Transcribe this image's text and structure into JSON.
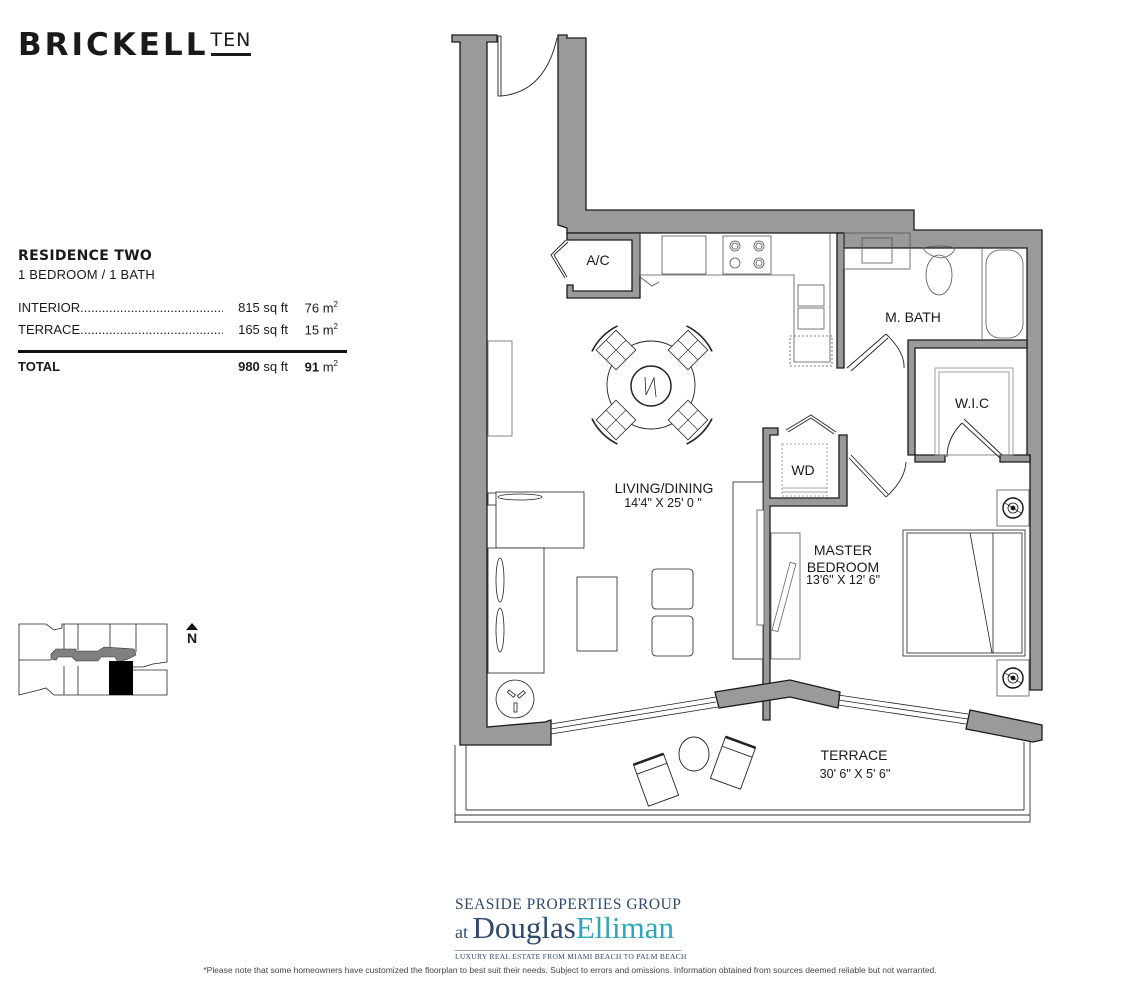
{
  "logo": {
    "main": "BRICKELL",
    "sub": "TEN"
  },
  "residence": {
    "title": "RESIDENCE TWO",
    "subtitle": "1 BEDROOM / 1 BATH",
    "rows": [
      {
        "label": "INTERIOR",
        "dots": "..........................................",
        "sqft": "815",
        "sqft_unit": "sq ft",
        "m2": "76",
        "m2_unit": "m"
      },
      {
        "label": "TERRACE",
        "dots": "..........................................",
        "sqft": "165",
        "sqft_unit": "sq ft",
        "m2": "15",
        "m2_unit": "m"
      }
    ],
    "total": {
      "label": "TOTAL",
      "sqft": "980",
      "sqft_unit": "sq ft",
      "m2": "91",
      "m2_unit": "m",
      "sup": "2"
    }
  },
  "keyplan": {
    "north_label": "N"
  },
  "rooms": {
    "ac": {
      "label": "A/C"
    },
    "mbath": {
      "label": "M. BATH"
    },
    "wic": {
      "label": "W.I.C"
    },
    "wd": {
      "label": "WD"
    },
    "living": {
      "label": "LIVING/DINING",
      "dim": "14'4\" X 25' 0 \""
    },
    "master": {
      "label1": "MASTER",
      "label2": "BEDROOM",
      "dim": "13'6\" X 12' 6\""
    },
    "terrace": {
      "label": "TERRACE",
      "dim": "30' 6\" X 5' 6\""
    }
  },
  "colors": {
    "wall": "#9a9a9a",
    "outline": "#1a1a1a",
    "brand_navy": "#2f4a6d",
    "brand_teal": "#2aa7b8"
  },
  "brand": {
    "top": "SEASIDE PROPERTIES GROUP",
    "at": "at ",
    "douglas": "Douglas",
    "elliman": "Elliman",
    "tagline": "LUXURY REAL ESTATE FROM MIAMI BEACH TO PALM BEACH"
  },
  "disclaimer": "*Please note that some homeowners have customized the floorplan to best suit their needs. Subject to errors and omissions. Information obtained from sources deemed reliable but not warranted."
}
